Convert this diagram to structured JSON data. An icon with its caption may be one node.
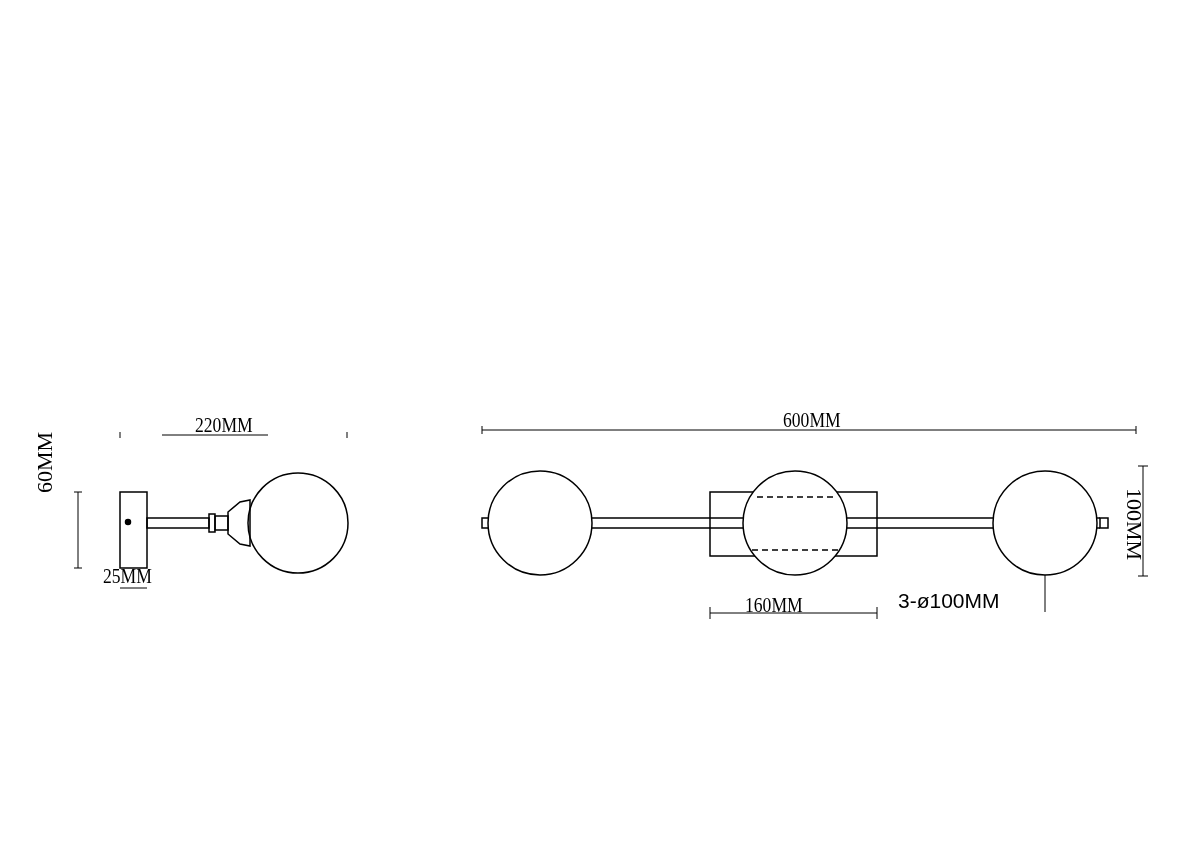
{
  "diagram": {
    "labels": [
      "220MM",
      "600MM",
      "60MM",
      "100MM",
      "25MM",
      "160MM",
      "3-ø100MM"
    ]
  }
}
